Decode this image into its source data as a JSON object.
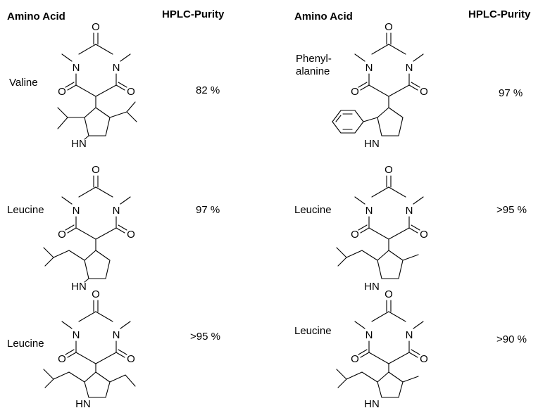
{
  "headers": {
    "left_amino_acid": "Amino Acid",
    "left_purity": "HPLC-Purity",
    "right_amino_acid": "Amino Acid",
    "right_purity": "HPLC-Purity"
  },
  "atom_labels": {
    "oxygen": "O",
    "nitrogen": "N",
    "amine": "HN"
  },
  "entries": [
    {
      "amino_acid": "Valine",
      "purity": "82 %"
    },
    {
      "amino_acid": "Leucine",
      "purity": "97 %"
    },
    {
      "amino_acid": "Leucine",
      "purity": ">95  %"
    },
    {
      "amino_acid_line1": "Phenyl-",
      "amino_acid_line2": "alanine",
      "purity": "97 %"
    },
    {
      "amino_acid": "Leucine",
      "purity": ">95  %"
    },
    {
      "amino_acid": "Leucine",
      "purity": ">90  %"
    }
  ]
}
